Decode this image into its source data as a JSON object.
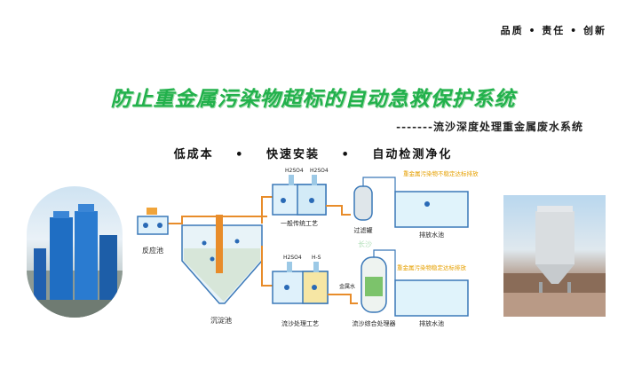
{
  "slogan": "品质 • 责任 • 创新",
  "title": "防止重金属污染物超标的自动急救保护系统",
  "subtitle": "-------流沙深度处理重金属废水系统",
  "features": [
    "低成本",
    "•",
    "快速安装",
    "•",
    "自动检测净化"
  ],
  "diagram": {
    "reaction_tank": "反应池",
    "sedimentation_tank": "沉淀池",
    "general_process": "一般传统工艺",
    "filter_tank": "过滤罐",
    "discharge_pool": "排放水池",
    "flowsand_process": "流沙处理工艺",
    "flowsand_treater": "流沙综合处理器",
    "warn_exceed": "重金属污染物不稳定达标排放",
    "warn_stable": "重金属污染物稳定达标排放",
    "chem_h2so4": "H2SO4",
    "chem_h2so4_b": "H2SO4",
    "chem_h2so4_c": "H2SO4",
    "chem_hs": "H-S",
    "metal_water": "金属水",
    "watermark": "长沙"
  },
  "colors": {
    "title": "#22b14c",
    "pipe": "#e88c2a",
    "water": "#cde9f6",
    "warning": "#e6a000"
  }
}
